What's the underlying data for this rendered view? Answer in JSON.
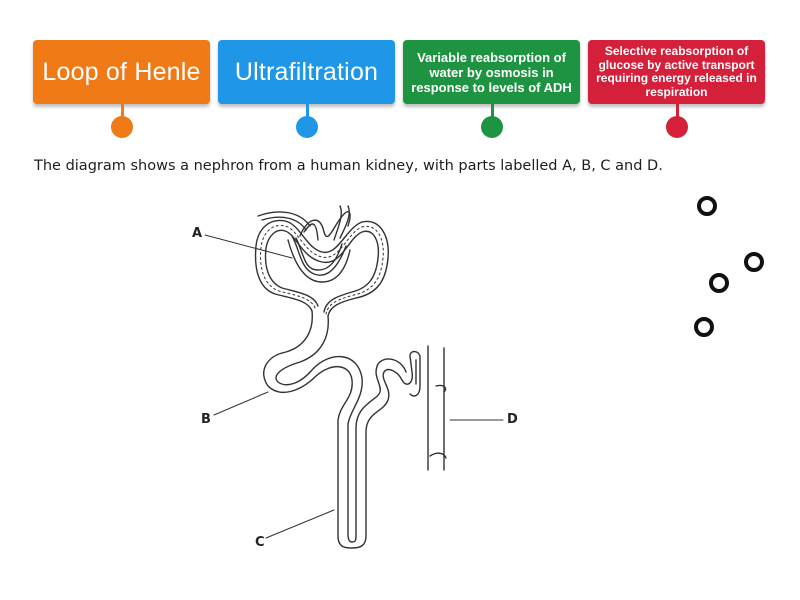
{
  "tiles": [
    {
      "label": "Loop of Henle",
      "color": "#f07a16"
    },
    {
      "label": "Ultrafiltration",
      "color": "#1f97e6"
    },
    {
      "label": "Variable reabsorption of water by osmosis in response to levels of ADH",
      "color": "#1e9442"
    },
    {
      "label": "Selective reabsorption of glucose by active transport requiring energy released in respiration",
      "color": "#d4203a"
    }
  ],
  "question": "The diagram shows a nephron from a human kidney, with parts labelled A, B, C and D.",
  "diagram_labels": {
    "a": "A",
    "b": "B",
    "c": "C",
    "d": "D"
  }
}
